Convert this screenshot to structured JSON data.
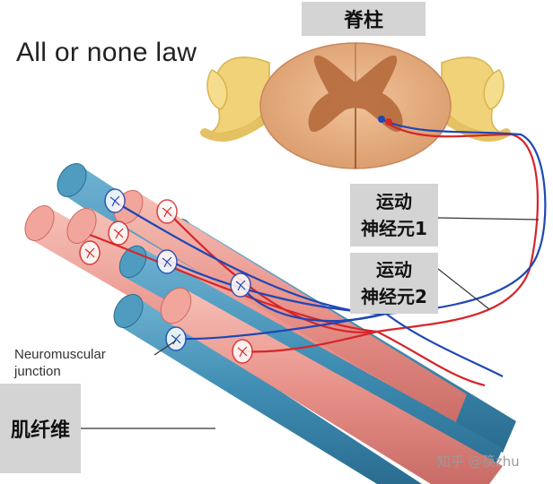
{
  "title": "All or none law",
  "labels": {
    "spine": "脊柱",
    "motor_neuron_1_line1": "运动",
    "motor_neuron_1_line2": "神经元1",
    "motor_neuron_2_line1": "运动",
    "motor_neuron_2_line2": "神经元2",
    "neuromuscular_line1": "Neuromuscular",
    "neuromuscular_line2": "junction",
    "muscle_fiber": "肌纤维"
  },
  "watermark": "知乎 @筷zhu",
  "colors": {
    "spinal_white_matter": "#e8b48a",
    "spinal_gray_matter": "#b56a3c",
    "nerve_roots": "#f0d278",
    "neuron_red": "#d6262a",
    "neuron_blue": "#1f47b5",
    "fiber_blue": "#3f8db3",
    "fiber_pink": "#e8928a",
    "label_box": "#d4d4d4"
  }
}
